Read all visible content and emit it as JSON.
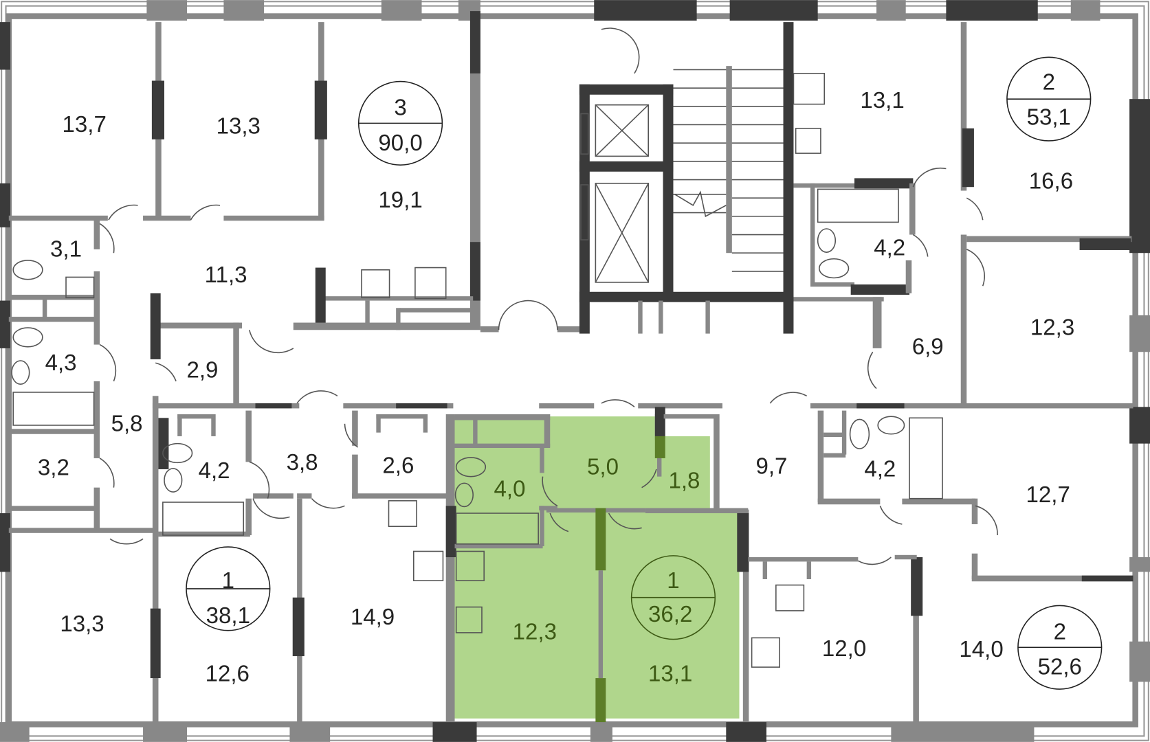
{
  "plan": {
    "highlight_color": "#b0d68c",
    "rooms": [
      "13,7",
      "13,3",
      "19,1",
      "3,1",
      "11,3",
      "4,3",
      "2,9",
      "5,8",
      "3,2",
      "4,2",
      "3,8",
      "2,6",
      "13,3",
      "12,6",
      "14,9",
      "4,0",
      "5,0",
      "1,8",
      "12,3",
      "13,1",
      "9,7",
      "4,2",
      "12,7",
      "12,0",
      "14,0",
      "13,1",
      "4,2",
      "6,9",
      "16,6",
      "12,3"
    ],
    "apartments": [
      {
        "rooms": "3",
        "area": "90,0"
      },
      {
        "rooms": "2",
        "area": "53,1"
      },
      {
        "rooms": "1",
        "area": "38,1"
      },
      {
        "rooms": "1",
        "area": "36,2"
      },
      {
        "rooms": "2",
        "area": "52,6"
      }
    ]
  }
}
